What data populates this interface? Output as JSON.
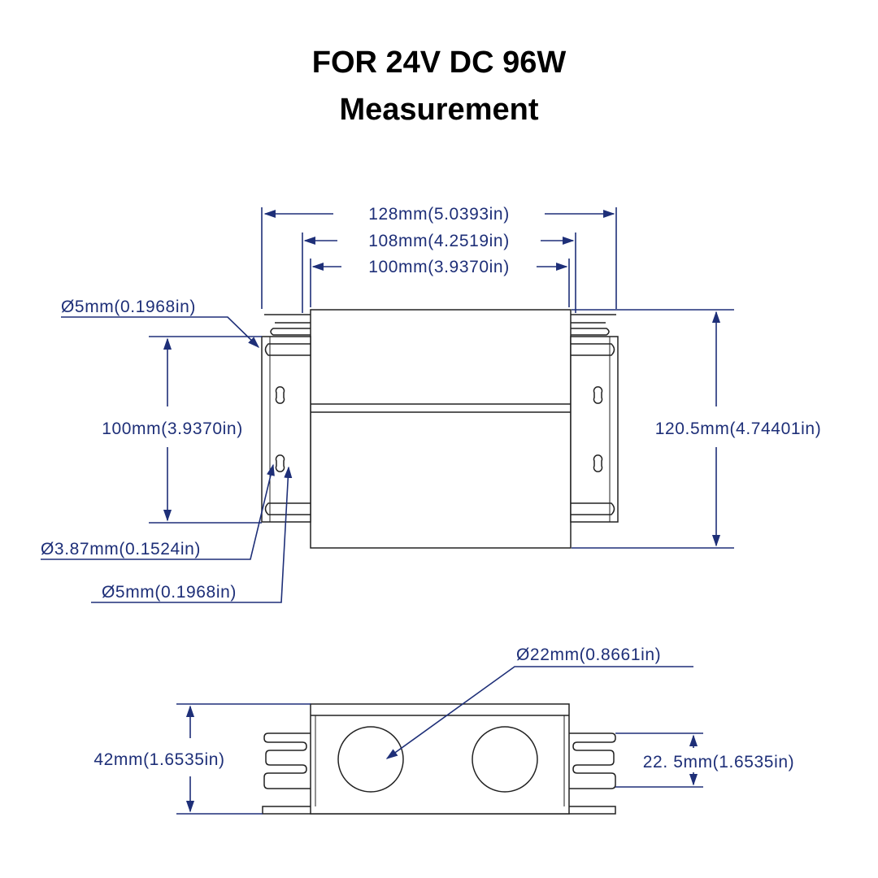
{
  "title": {
    "line1": "FOR 24V DC 96W",
    "line2": "Measurement"
  },
  "top_view": {
    "overall_width": "128mm(5.0393in)",
    "slot_span": "108mm(4.2519in)",
    "body_width": "100mm(3.9370in)",
    "hole_spacing": "100mm(3.9370in)",
    "overall_height": "120.5mm(4.74401in)",
    "slot_diameter": "Ø5mm(0.1968in)",
    "small_hole_diameter": "Ø3.87mm(0.1524in)",
    "large_hole_diameter": "Ø5mm(0.1968in)"
  },
  "side_view": {
    "knockout_diameter": "Ø22mm(0.8661in)",
    "height": "42mm(1.6535in)",
    "knockout_center": "22. 5mm(1.6535in)"
  },
  "colors": {
    "dimension": "#1e2f78",
    "outline": "#222222"
  }
}
